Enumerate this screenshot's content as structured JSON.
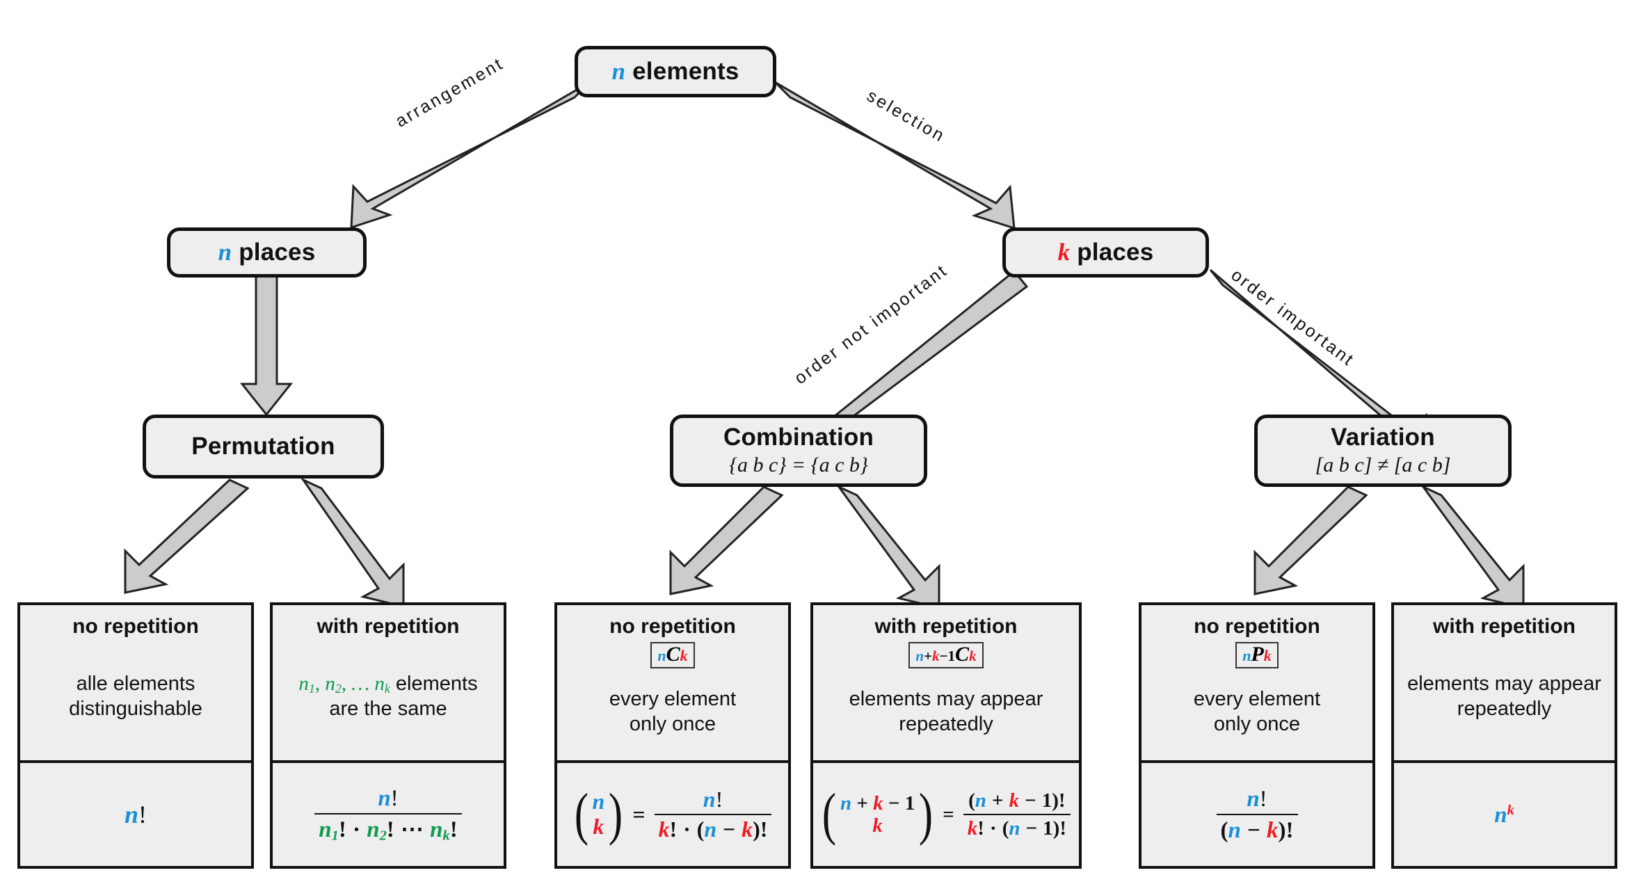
{
  "diagram": {
    "title": "Combinatorics decision tree",
    "colors": {
      "n": "#1a8fd8",
      "k": "#ef1c25",
      "green": "#109a4e",
      "node_fill": "#eeeeee",
      "arrow_fill": "#cccccc",
      "stroke": "#111111"
    }
  },
  "root": {
    "label_var": "n",
    "label_text": " elements"
  },
  "edges": [
    {
      "name": "arrangement",
      "label": "arrangement"
    },
    {
      "name": "selection",
      "label": "selection"
    },
    {
      "name": "order-not-important",
      "label": "order not important"
    },
    {
      "name": "order-important",
      "label": "order important"
    }
  ],
  "level2": [
    {
      "name": "n-places",
      "var": "n",
      "text": " places"
    },
    {
      "name": "k-places",
      "var": "k",
      "text": " places"
    }
  ],
  "level3": [
    {
      "name": "permutation",
      "title": "Permutation",
      "sub": ""
    },
    {
      "name": "combination",
      "title": "Combination",
      "sub": "{a b c} = {a c b}"
    },
    {
      "name": "variation",
      "title": "Variation",
      "sub": "[a b c] ≠ [a c b]"
    }
  ],
  "leaves": [
    {
      "name": "permutation-no-repetition",
      "head": "no repetition",
      "symbol": "",
      "desc_line1": "alle elements",
      "desc_line2": "distinguishable",
      "formula": "n!"
    },
    {
      "name": "permutation-with-repetition",
      "head": "with repetition",
      "symbol": "",
      "desc_line1": "n₁, n₂, … nₖ elements",
      "desc_line2": "are the same",
      "formula": "n! / (n₁! · n₂! ⋯ nₖ!)"
    },
    {
      "name": "combination-no-repetition",
      "head": "no repetition",
      "symbol": "nCk",
      "desc_line1": "every element",
      "desc_line2": "only once",
      "formula": "(n choose k) = n! / (k! · (n − k)!)"
    },
    {
      "name": "combination-with-repetition",
      "head": "with repetition",
      "symbol": "n+k−1Ck",
      "desc_line1": "elements may appear",
      "desc_line2": "repeatedly",
      "formula": "(n+k−1 choose k) = (n + k − 1)! / (k! · (n − 1)!)"
    },
    {
      "name": "variation-no-repetition",
      "head": "no repetition",
      "symbol": "nPk",
      "desc_line1": "every element",
      "desc_line2": "only once",
      "formula": "n! / (n − k)!"
    },
    {
      "name": "variation-with-repetition",
      "head": "with repetition",
      "symbol": "",
      "desc_line1": "elements may appear",
      "desc_line2": "repeatedly",
      "formula": "n^k"
    }
  ]
}
